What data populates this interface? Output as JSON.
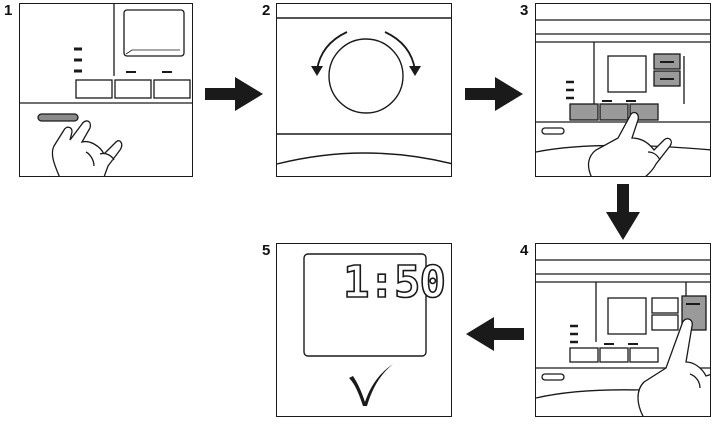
{
  "steps": [
    {
      "number": "1"
    },
    {
      "number": "2"
    },
    {
      "number": "3"
    },
    {
      "number": "4"
    },
    {
      "number": "5"
    }
  ],
  "display": {
    "time": "1:50"
  },
  "colors": {
    "line": "#1a1a1a",
    "button_fill": "#9a9a9a",
    "background": "#ffffff"
  },
  "icons": [
    "arrow-right-icon",
    "arrow-down-icon",
    "arrow-left-icon",
    "rotate-knob-icon",
    "check-icon",
    "hand-press-icon"
  ]
}
